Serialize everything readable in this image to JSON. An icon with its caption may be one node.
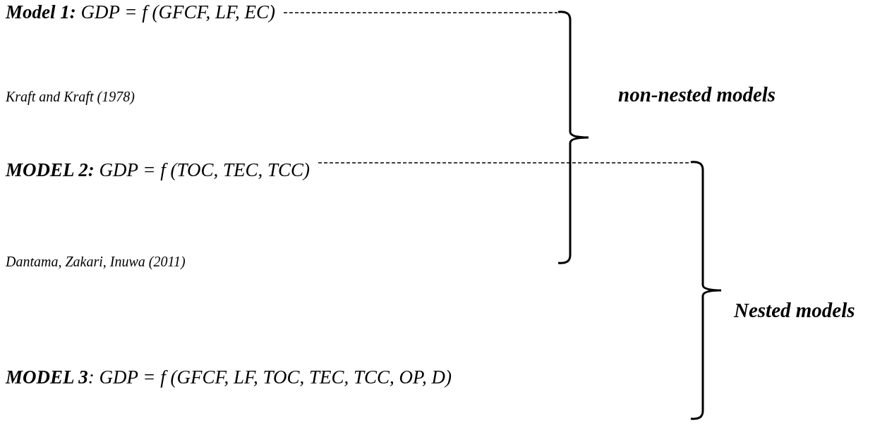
{
  "diagram": {
    "nodes": [
      {
        "text": [
          "**Model 1:**  GDP = f (GFCF, LF, EC)"
        ]
      },
      {
        "text": [],
        "shape": "bracket",
        "beside": [
          "non-nested models"
        ]
      },
      {
        "text": [
          "**MODEL 2:** GDP = f (TOC, TEC, TCC)"
        ]
      },
      {
        "text": [],
        "shape": "bracket",
        "beside": [
          "Nested models"
        ]
      },
      {
        "text": [
          "**MODEL 3**: GDP = f (GFCF, LF, TOC, TEC, TCC, OP, D)"
        ]
      }
    ],
    "edges": [
      {
        "from": 0,
        "to": 1,
        "arrow": "none",
        "style": "dashed"
      },
      {
        "from": 2,
        "to": 3,
        "arrow": "none",
        "style": "dashed"
      }
    ],
    "labels": [
      "Kraft and Kraft (1978)",
      "Dantama, Zakari, Inuwa (2011)"
    ]
  }
}
